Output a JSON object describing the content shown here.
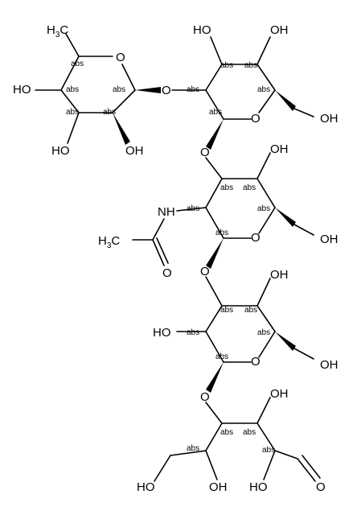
{
  "molecule": {
    "labels": {
      "methyl_h": "H",
      "methyl_sub": "3",
      "methyl_c": "C",
      "ring_o": "O",
      "glyco_o": "O",
      "ho": "HO",
      "oh": "OH",
      "nh": "NH",
      "acetyl_h": "H",
      "acetyl_sub": "3",
      "acetyl_c": "C",
      "carbonyl_o": "O",
      "aldehyde_o": "O"
    },
    "stereo_tag": "abs"
  }
}
